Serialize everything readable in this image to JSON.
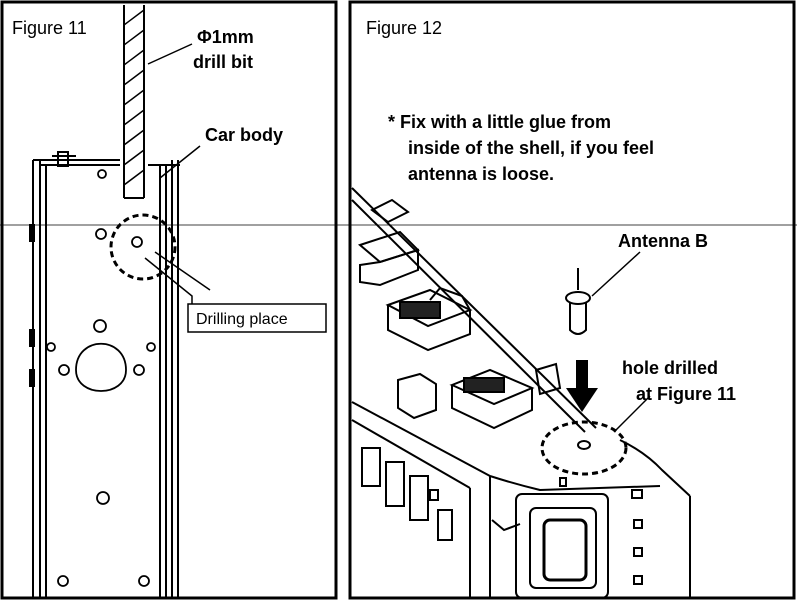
{
  "figure11": {
    "title": "Figure 11",
    "drill_label_line1": "Φ1mm",
    "drill_label_line2": "drill bit",
    "car_body_label": "Car body",
    "drilling_place_label": "Drilling place"
  },
  "figure12": {
    "title": "Figure 12",
    "note_line1": "* Fix with a little glue from",
    "note_line2": "inside of the shell, if you feel",
    "note_line3": "antenna is loose.",
    "antenna_label": "Antenna B",
    "hole_label_line1": "hole drilled",
    "hole_label_line2": "at Figure 11"
  }
}
